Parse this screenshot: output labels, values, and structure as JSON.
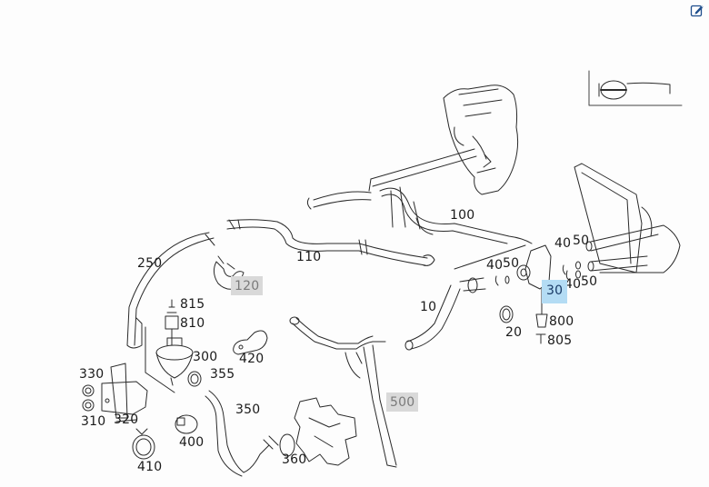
{
  "diagram": {
    "title": "Heater hoses / water pump exploded view",
    "selected_part": "30",
    "colors": {
      "line": "#2a2a2a",
      "selected_highlight": "#b4dcf4",
      "hotspot_highlight": "#d9d9d9",
      "hotspot_text": "#7a7a7a",
      "edit_icon": "#1f4e8c"
    },
    "callouts": [
      {
        "id": "p100",
        "label": "100",
        "state": "normal"
      },
      {
        "id": "p110",
        "label": "110",
        "state": "normal"
      },
      {
        "id": "p250",
        "label": "250",
        "state": "normal"
      },
      {
        "id": "p120",
        "label": "120",
        "state": "hotspot"
      },
      {
        "id": "p815",
        "label": "815",
        "state": "normal"
      },
      {
        "id": "p810",
        "label": "810",
        "state": "normal"
      },
      {
        "id": "p300",
        "label": "300",
        "state": "normal"
      },
      {
        "id": "p420",
        "label": "420",
        "state": "normal"
      },
      {
        "id": "p355",
        "label": "355",
        "state": "normal"
      },
      {
        "id": "p330",
        "label": "330",
        "state": "normal"
      },
      {
        "id": "p310",
        "label": "310",
        "state": "normal"
      },
      {
        "id": "p320",
        "label": "320",
        "state": "normal"
      },
      {
        "id": "p350",
        "label": "350",
        "state": "normal"
      },
      {
        "id": "p400",
        "label": "400",
        "state": "normal"
      },
      {
        "id": "p410",
        "label": "410",
        "state": "normal"
      },
      {
        "id": "p360",
        "label": "360",
        "state": "normal"
      },
      {
        "id": "p500",
        "label": "500",
        "state": "hotspot"
      },
      {
        "id": "p10",
        "label": "10",
        "state": "normal"
      },
      {
        "id": "p40a",
        "label": "40",
        "state": "normal"
      },
      {
        "id": "p50a",
        "label": "50",
        "state": "normal"
      },
      {
        "id": "p40b",
        "label": "40",
        "state": "normal"
      },
      {
        "id": "p50b",
        "label": "50",
        "state": "normal"
      },
      {
        "id": "p40c",
        "label": "40",
        "state": "normal"
      },
      {
        "id": "p50c",
        "label": "50",
        "state": "normal"
      },
      {
        "id": "p30",
        "label": "30",
        "state": "selected"
      },
      {
        "id": "p800",
        "label": "800",
        "state": "normal"
      },
      {
        "id": "p805",
        "label": "805",
        "state": "normal"
      },
      {
        "id": "p20",
        "label": "20",
        "state": "normal"
      }
    ]
  },
  "toolbar": {
    "edit_icon": "edit-icon"
  },
  "legend_symbol": "o-ring-symbol"
}
